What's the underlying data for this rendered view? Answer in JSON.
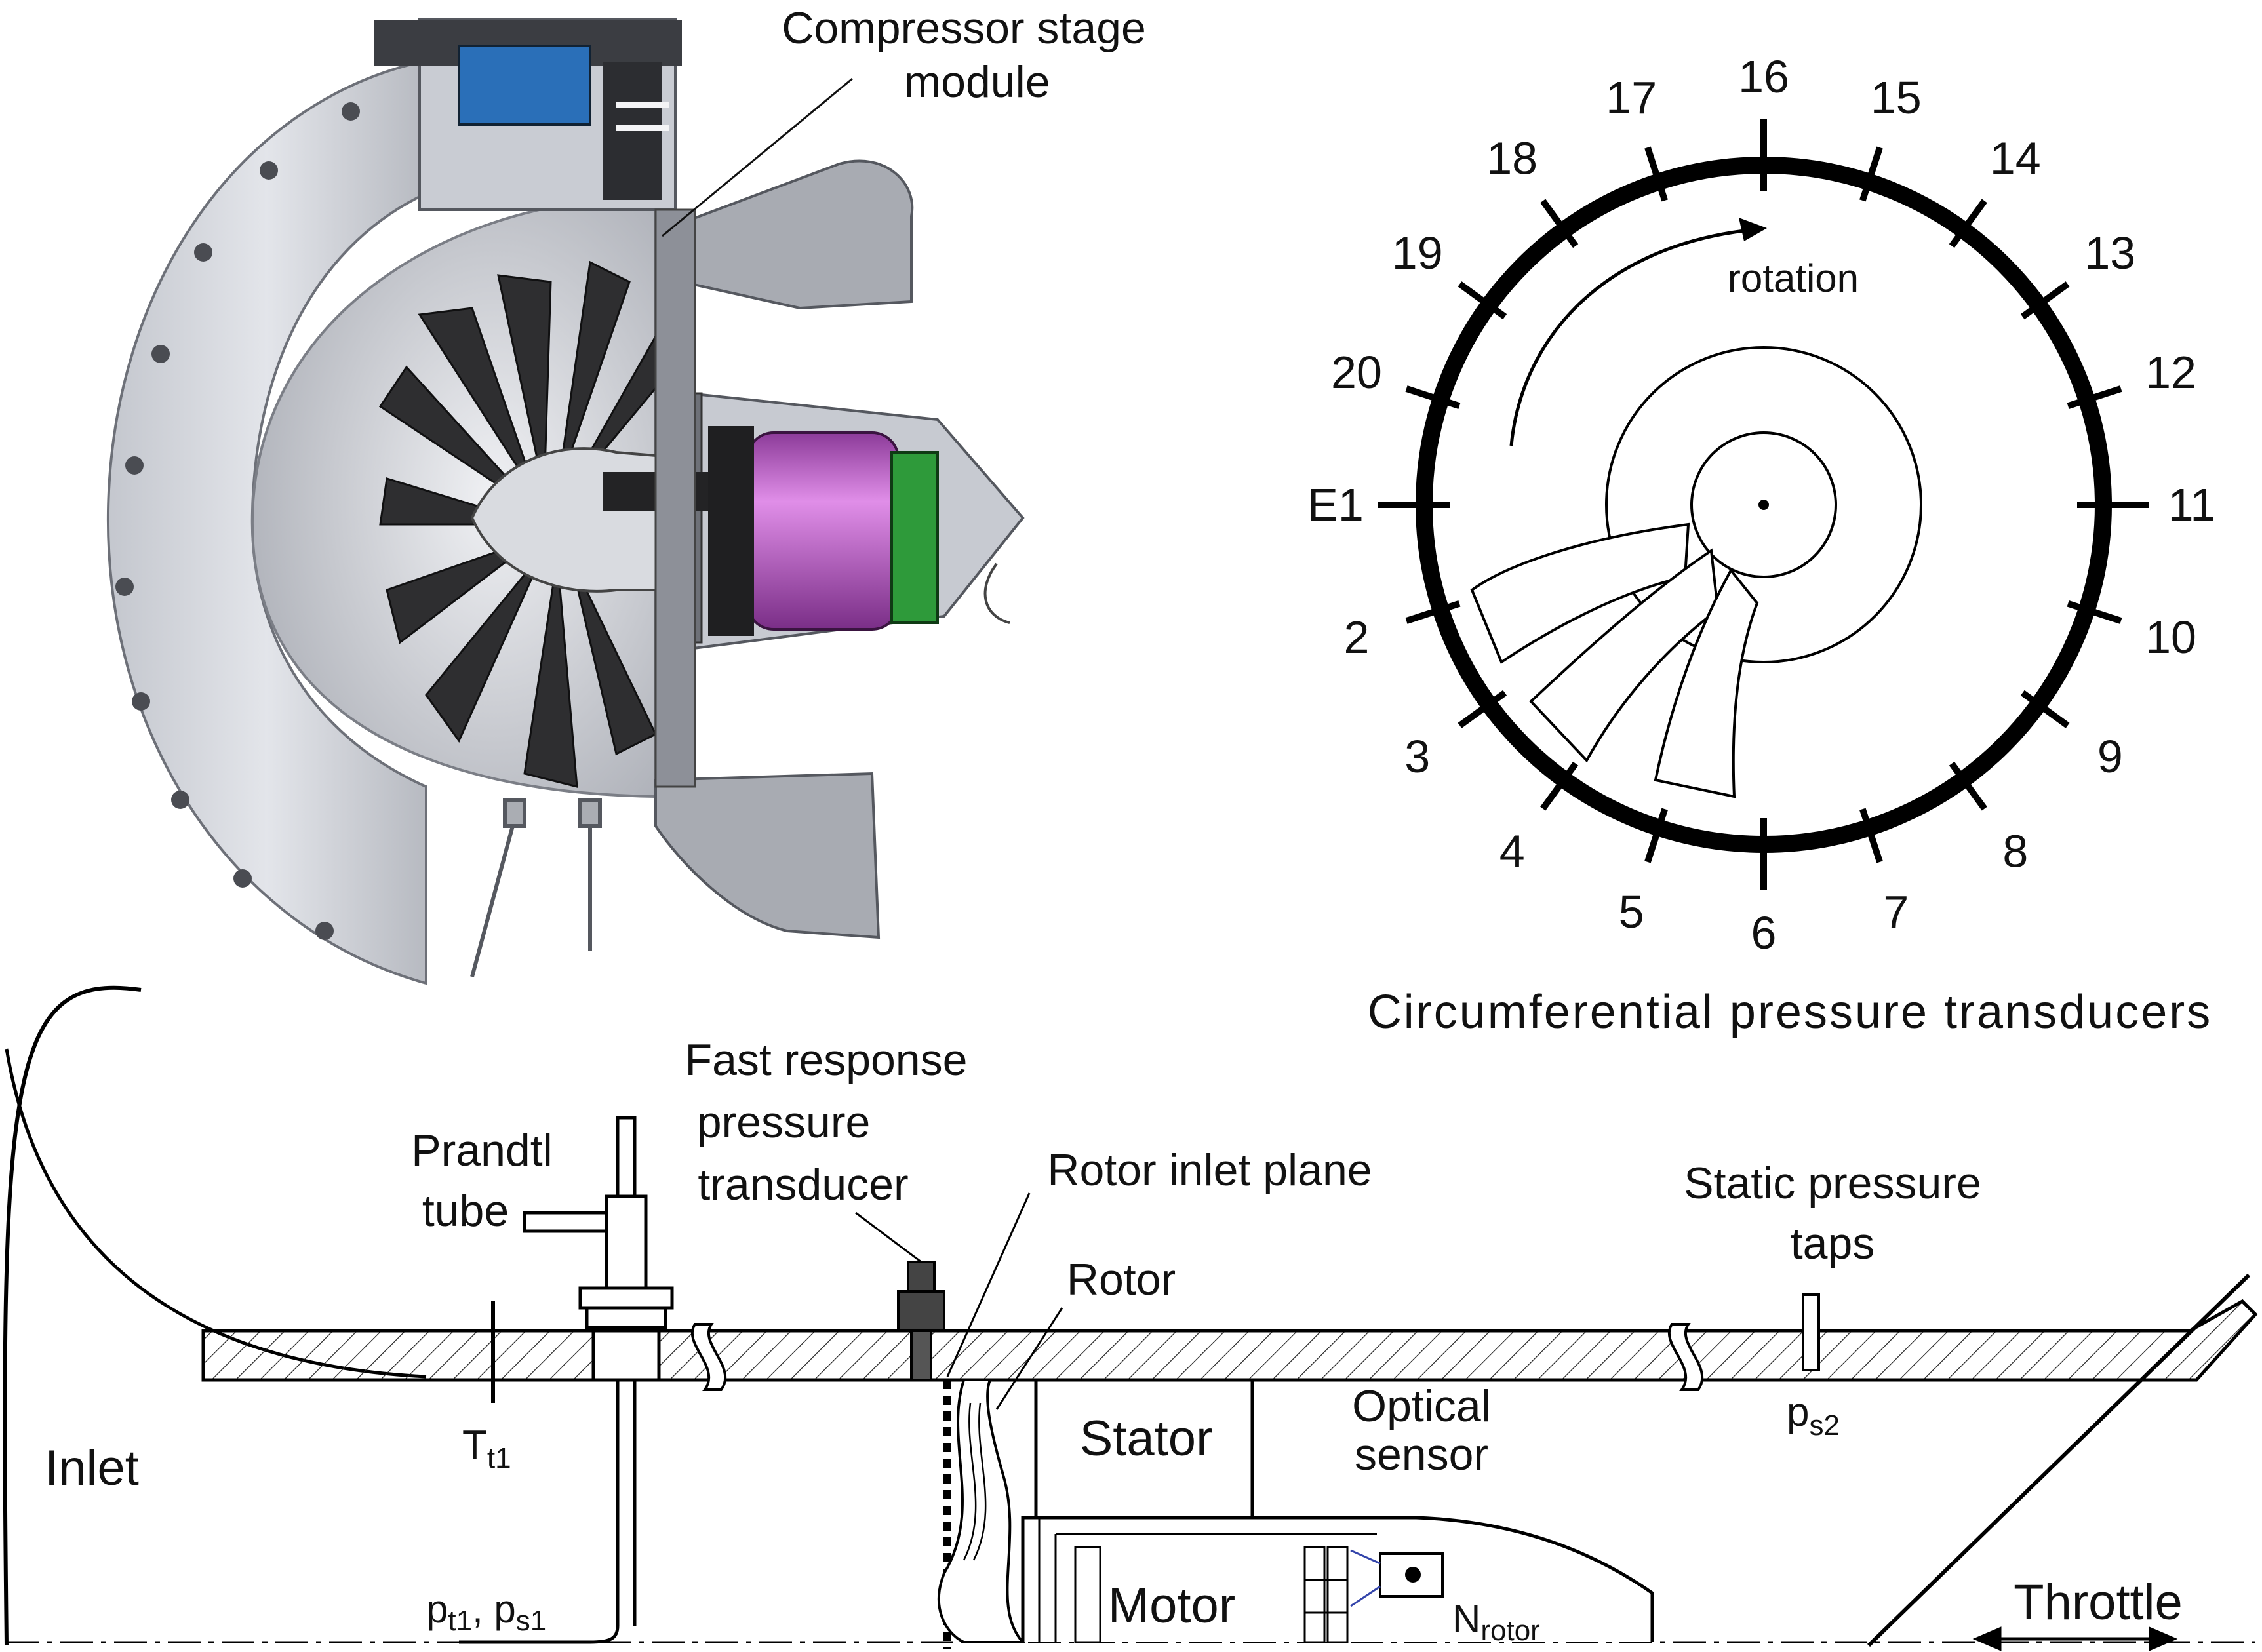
{
  "module": {
    "label_line1": "Compressor stage",
    "label_line2": "module"
  },
  "ring": {
    "labels": [
      "16",
      "15",
      "14",
      "13",
      "12",
      "11",
      "10",
      "9",
      "8",
      "7",
      "6",
      "5",
      "4",
      "3",
      "2",
      "E1",
      "20",
      "19",
      "18",
      "17"
    ],
    "rotation_label": "rotation",
    "caption": "Circumferential pressure transducers"
  },
  "rig": {
    "prandtl_line1": "Prandtl",
    "prandtl_line2": "tube",
    "fast_line1": "Fast response",
    "fast_line2": "pressure",
    "fast_line3": "transducer",
    "rotor_inlet_plane": "Rotor inlet plane",
    "rotor": "Rotor",
    "static_line1": "Static pressure",
    "static_line2": "taps",
    "stator": "Stator",
    "optical_line1": "Optical",
    "optical_line2": "sensor",
    "motor": "Motor",
    "inlet": "Inlet",
    "throttle": "Throttle",
    "tt1_main": "T",
    "tt1_sub": "t1",
    "ps2_main": "p",
    "ps2_sub": "s2",
    "nrotor_main": "N",
    "nrotor_sub": "rotor",
    "pt1_main": "p",
    "pt1_sub": "t1",
    "comma": ", ",
    "ps1_main": "p",
    "ps1_sub": "s1"
  },
  "colors": {
    "casing": "#d4d6dc",
    "casing_dark": "#8c8f96",
    "blade": "#2e2e30",
    "motor_magenta": "#c86bd2",
    "pcb_green": "#2e9a3a",
    "connector_blue": "#2a6fb8",
    "ink": "#111111"
  }
}
